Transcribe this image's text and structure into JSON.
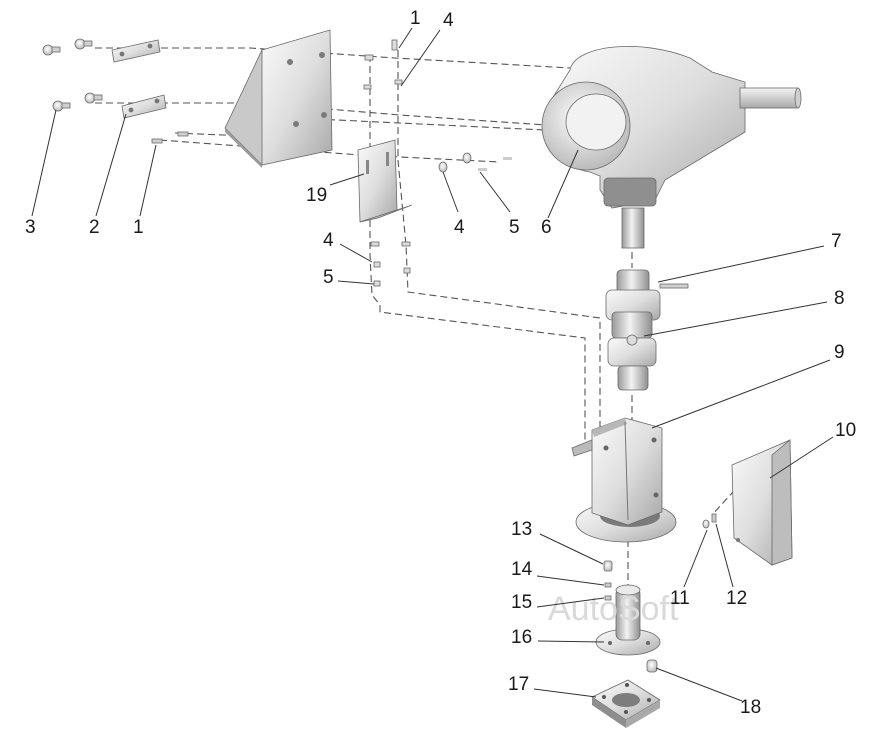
{
  "diagram": {
    "watermark": "AutoSoft",
    "callouts": [
      {
        "id": "c1-top",
        "text": "1"
      },
      {
        "id": "c4-top",
        "text": "4"
      },
      {
        "id": "c3",
        "text": "3"
      },
      {
        "id": "c2",
        "text": "2"
      },
      {
        "id": "c1-left",
        "text": "1"
      },
      {
        "id": "c19",
        "text": "19"
      },
      {
        "id": "c4-mid",
        "text": "4"
      },
      {
        "id": "c5-mid",
        "text": "5"
      },
      {
        "id": "c6",
        "text": "6"
      },
      {
        "id": "c4-low",
        "text": "4"
      },
      {
        "id": "c5-low",
        "text": "5"
      },
      {
        "id": "c7",
        "text": "7"
      },
      {
        "id": "c8",
        "text": "8"
      },
      {
        "id": "c9",
        "text": "9"
      },
      {
        "id": "c10",
        "text": "10"
      },
      {
        "id": "c11",
        "text": "11"
      },
      {
        "id": "c12",
        "text": "12"
      },
      {
        "id": "c13",
        "text": "13"
      },
      {
        "id": "c14",
        "text": "14"
      },
      {
        "id": "c15",
        "text": "15"
      },
      {
        "id": "c16",
        "text": "16"
      },
      {
        "id": "c17",
        "text": "17"
      },
      {
        "id": "c18",
        "text": "18"
      }
    ]
  }
}
